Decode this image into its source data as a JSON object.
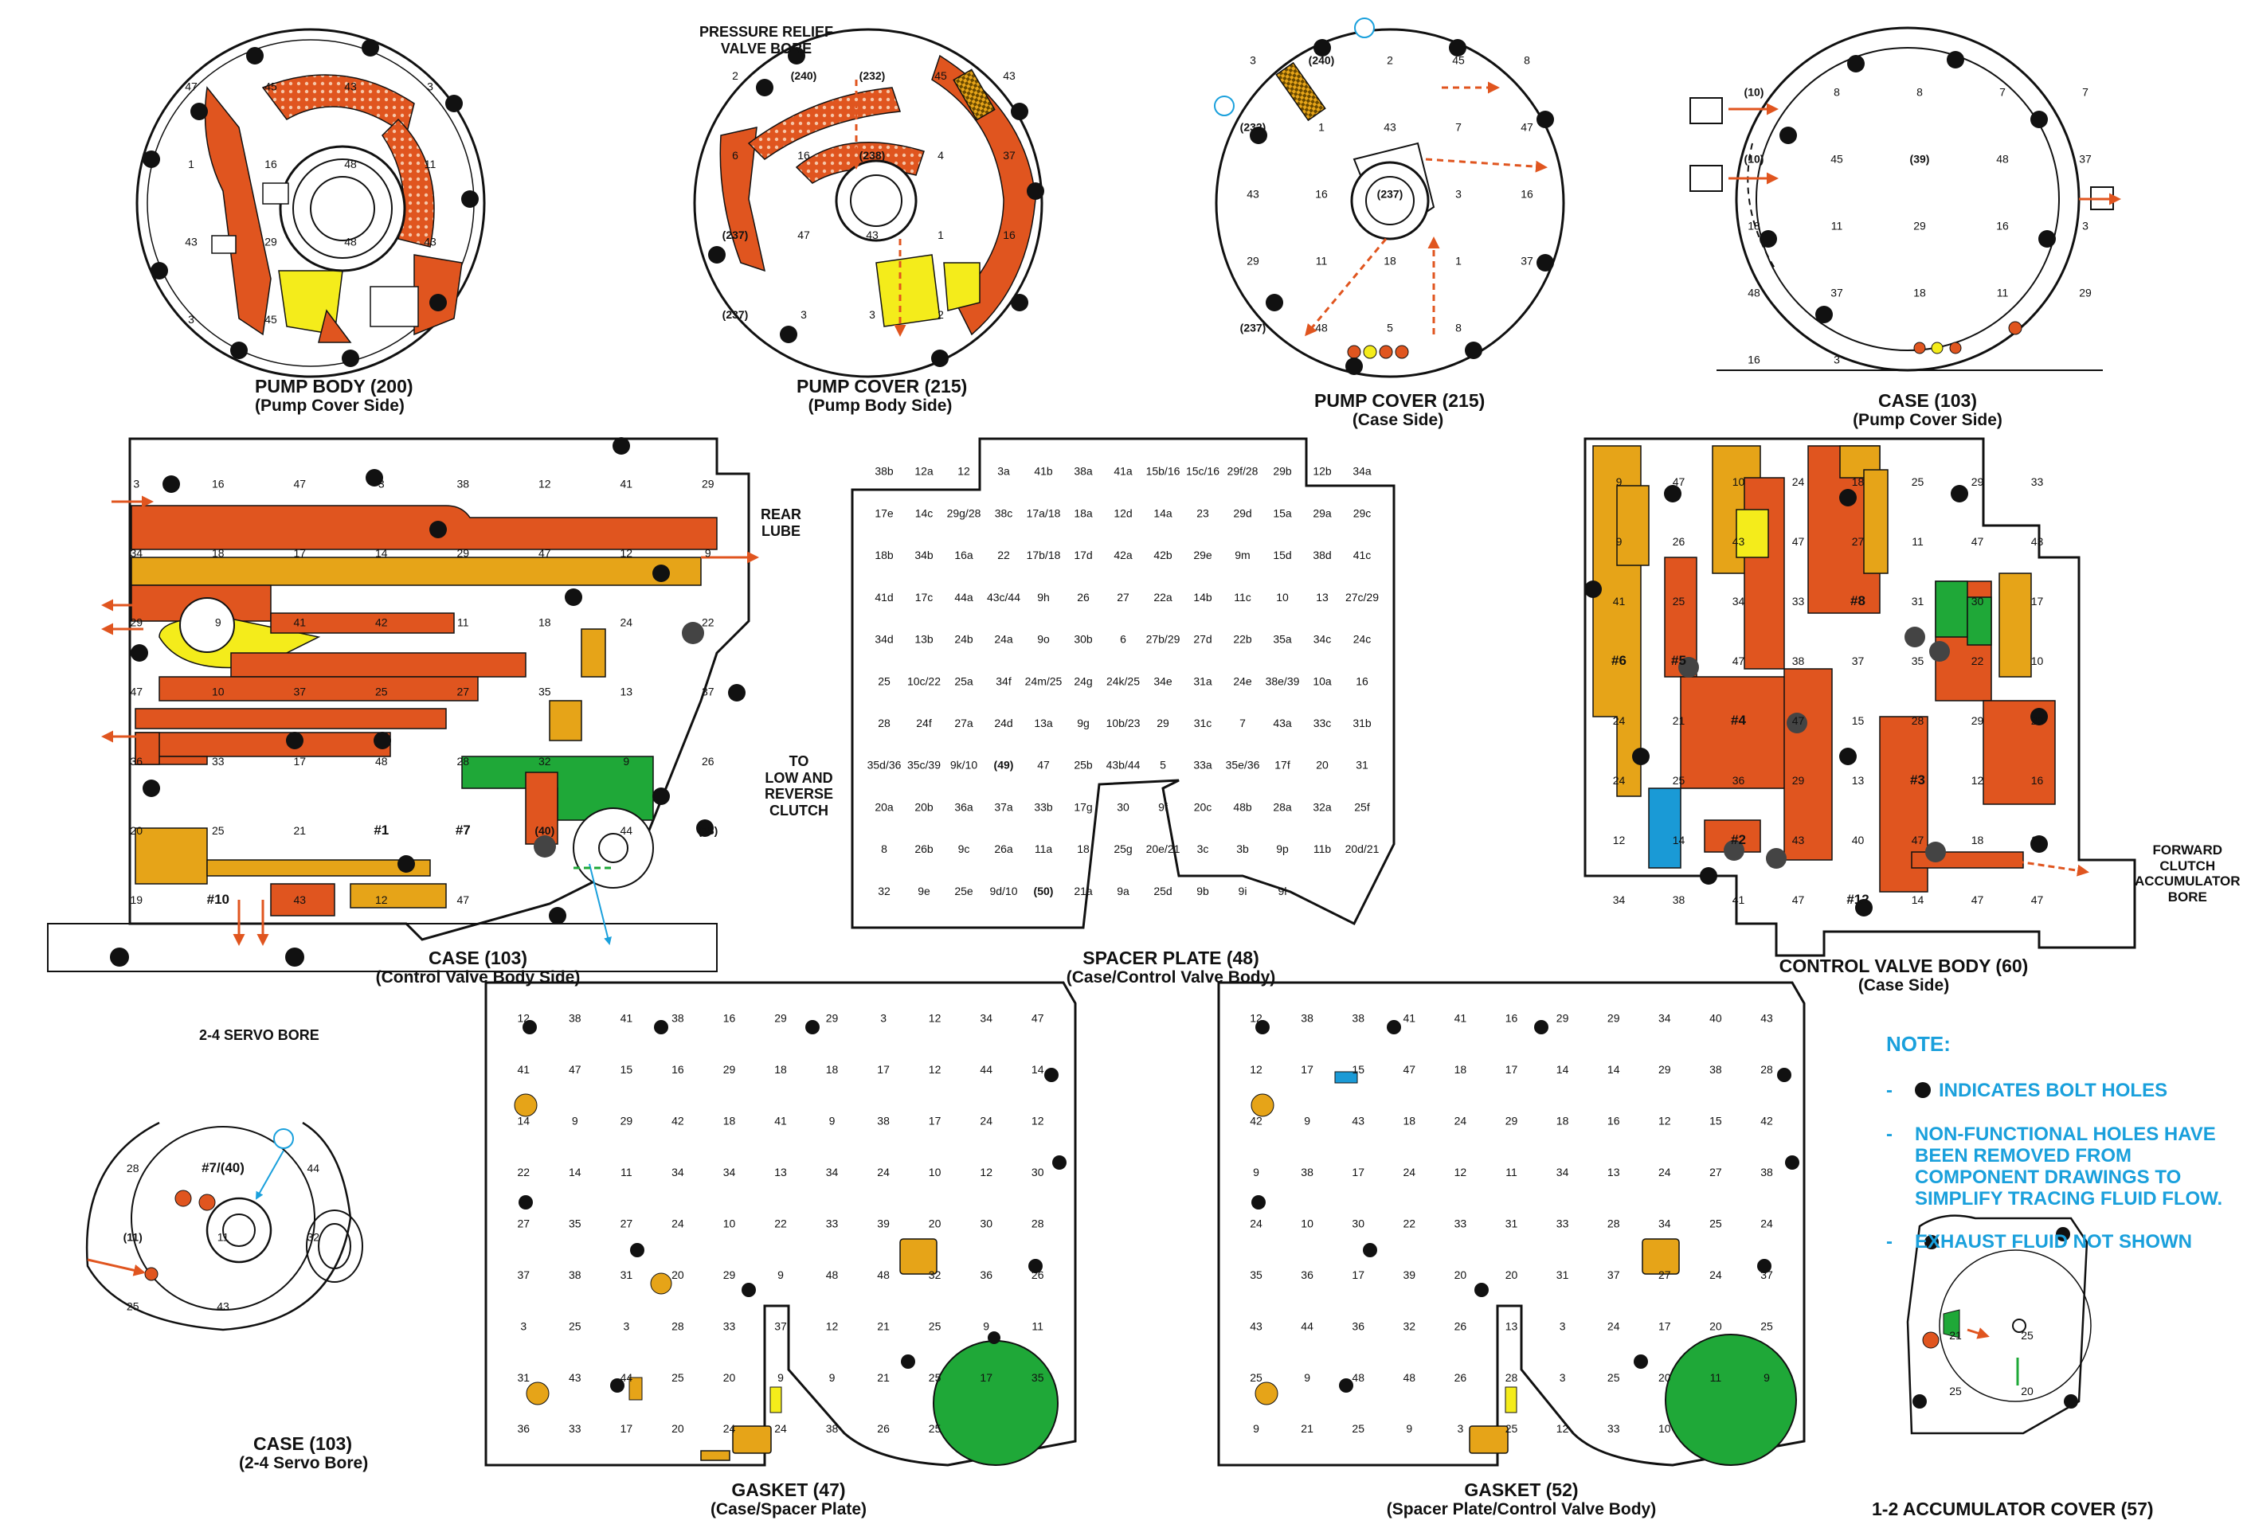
{
  "colors": {
    "red": "#e0551f",
    "orange": "#e6a418",
    "yellow": "#f4ec1b",
    "green": "#1fa838",
    "blue": "#1a9ad6",
    "black": "#111111",
    "cyan": "#1aa0dc"
  },
  "views": {
    "pump_body": {
      "title": "PUMP BODY (200)",
      "subtitle": "(Pump Cover Side)"
    },
    "pump_cover_body_side": {
      "title": "PUMP COVER (215)",
      "subtitle": "(Pump Body Side)"
    },
    "pump_cover_case_side": {
      "title": "PUMP COVER (215)",
      "subtitle": "(Case Side)"
    },
    "case_pump_cover_side": {
      "title": "CASE (103)",
      "subtitle": "(Pump Cover Side)"
    },
    "case_cvb_side": {
      "title": "CASE (103)",
      "subtitle": "(Control Valve Body Side)"
    },
    "spacer_plate": {
      "title": "SPACER PLATE (48)",
      "subtitle": "(Case/Control Valve Body)"
    },
    "control_valve_body": {
      "title": "CONTROL VALVE BODY (60)",
      "subtitle": "(Case Side)"
    },
    "case_servo": {
      "title": "CASE (103)",
      "subtitle": "(2-4 Servo Bore)"
    },
    "gasket_47": {
      "title": "GASKET (47)",
      "subtitle": "(Case/Spacer Plate)"
    },
    "gasket_52": {
      "title": "GASKET (52)",
      "subtitle": "(Spacer Plate/Control Valve Body)"
    },
    "accumulator_cover": {
      "title": "1-2 ACCUMULATOR COVER (57)"
    }
  },
  "callouts": {
    "pressure_relief": "PRESSURE RELIEF\nVALVE BORE",
    "rear_lube": "REAR\nLUBE",
    "to_low_reverse": "TO\nLOW AND\nREVERSE\nCLUTCH",
    "servo_bore": "2-4 SERVO BORE",
    "forward_clutch": "FORWARD\nCLUTCH\nACCUMULATOR\nBORE"
  },
  "note": {
    "heading": "NOTE:",
    "items": [
      "INDICATES BOLT HOLES",
      "NON-FUNCTIONAL HOLES HAVE BEEN REMOVED FROM COMPONENT DRAWINGS TO SIMPLIFY TRACING FLUID FLOW.",
      "EXHAUST FLUID NOT SHOWN"
    ]
  },
  "labels": {
    "pump_body": [
      "47",
      "45",
      "43",
      "3",
      "1",
      "16",
      "48",
      "11",
      "43",
      "29",
      "48",
      "43",
      "3",
      "45"
    ],
    "pump_cover_body_side": [
      "2",
      "(240)",
      "(232)",
      "45",
      "43",
      "6",
      "16",
      "(238)",
      "4",
      "37",
      "(237)",
      "47",
      "43",
      "1",
      "16",
      "(237)",
      "3",
      "3",
      "2"
    ],
    "pump_cover_case_side": [
      "3",
      "(240)",
      "2",
      "45",
      "8",
      "(232)",
      "1",
      "43",
      "7",
      "47",
      "43",
      "16",
      "(237)",
      "3",
      "16",
      "29",
      "11",
      "18",
      "1",
      "37",
      "(237)",
      "48",
      "5",
      "8"
    ],
    "case_pump_cover_side": [
      "(10)",
      "8",
      "8",
      "7",
      "7",
      "(10)",
      "45",
      "(39)",
      "48",
      "37",
      "18",
      "11",
      "29",
      "16",
      "3",
      "48",
      "37",
      "18",
      "11",
      "29",
      "16",
      "3"
    ],
    "case_cvb_side": [
      "3",
      "16",
      "47",
      "3",
      "38",
      "12",
      "41",
      "29",
      "34",
      "18",
      "17",
      "14",
      "29",
      "47",
      "12",
      "9",
      "29",
      "9",
      "41",
      "42",
      "11",
      "18",
      "24",
      "22",
      "47",
      "10",
      "37",
      "25",
      "27",
      "35",
      "13",
      "37",
      "36",
      "33",
      "17",
      "48",
      "28",
      "32",
      "9",
      "26",
      "20",
      "25",
      "21",
      "#1",
      "#7",
      "(40)",
      "44",
      "(38)",
      "19",
      "#10",
      "43",
      "12",
      "47"
    ],
    "spacer_plate": [
      "38b",
      "12a",
      "12",
      "3a",
      "41b",
      "38a",
      "41a",
      "15b/16",
      "15c/16",
      "29f/28",
      "29b",
      "12b",
      "34a",
      "17e",
      "14c",
      "29g/28",
      "38c",
      "17a/18",
      "18a",
      "12d",
      "14a",
      "23",
      "29d",
      "15a",
      "29a",
      "29c",
      "18b",
      "34b",
      "16a",
      "22",
      "17b/18",
      "17d",
      "42a",
      "42b",
      "29e",
      "9m",
      "15d",
      "38d",
      "41c",
      "41d",
      "17c",
      "44a",
      "43c/44",
      "9h",
      "26",
      "27",
      "22a",
      "14b",
      "11c",
      "10",
      "13",
      "27c/29",
      "34d",
      "13b",
      "24b",
      "24a",
      "9o",
      "30b",
      "6",
      "27b/29",
      "27d",
      "22b",
      "35a",
      "34c",
      "24c",
      "25",
      "10c/22",
      "25a",
      "34f",
      "24m/25",
      "24g",
      "24k/25",
      "34e",
      "31a",
      "24e",
      "38e/39",
      "10a",
      "16",
      "28",
      "24f",
      "27a",
      "24d",
      "13a",
      "9g",
      "10b/23",
      "29",
      "31c",
      "7",
      "43a",
      "33c",
      "31b",
      "35d/36",
      "35c/39",
      "9k/10",
      "(49)",
      "47",
      "25b",
      "43b/44",
      "5",
      "33a",
      "35e/36",
      "17f",
      "20",
      "31",
      "20a",
      "20b",
      "36a",
      "37a",
      "33b",
      "17g",
      "30",
      "9f",
      "20c",
      "48b",
      "28a",
      "32a",
      "25f",
      "8",
      "26b",
      "9c",
      "26a",
      "11a",
      "18",
      "25g",
      "20e/21",
      "3c",
      "3b",
      "9p",
      "11b",
      "20d/21",
      "32",
      "9e",
      "25e",
      "9d/10",
      "(50)",
      "21a",
      "9a",
      "25d",
      "9b",
      "9i",
      "9l"
    ],
    "control_valve_body": [
      "9",
      "47",
      "10",
      "24",
      "18",
      "25",
      "29",
      "33",
      "9",
      "26",
      "43",
      "47",
      "27",
      "11",
      "47",
      "43",
      "41",
      "25",
      "34",
      "33",
      "#8",
      "31",
      "30",
      "17",
      "#6",
      "#5",
      "47",
      "38",
      "37",
      "35",
      "22",
      "10",
      "24",
      "21",
      "#4",
      "47",
      "15",
      "28",
      "29",
      "23",
      "24",
      "25",
      "36",
      "29",
      "13",
      "#3",
      "12",
      "16",
      "12",
      "14",
      "#2",
      "43",
      "40",
      "47",
      "18",
      "17",
      "34",
      "38",
      "41",
      "47",
      "#12",
      "14",
      "47",
      "47"
    ],
    "gasket_47": [
      "12",
      "38",
      "41",
      "38",
      "16",
      "29",
      "29",
      "3",
      "12",
      "34",
      "47",
      "41",
      "47",
      "15",
      "16",
      "29",
      "18",
      "18",
      "17",
      "12",
      "44",
      "14",
      "14",
      "9",
      "29",
      "42",
      "18",
      "41",
      "9",
      "38",
      "17",
      "24",
      "12",
      "22",
      "14",
      "11",
      "34",
      "34",
      "13",
      "34",
      "24",
      "10",
      "12",
      "30",
      "27",
      "35",
      "27",
      "24",
      "10",
      "22",
      "33",
      "39",
      "20",
      "30",
      "28",
      "37",
      "38",
      "31",
      "20",
      "29",
      "9",
      "48",
      "48",
      "32",
      "36",
      "26",
      "3",
      "25",
      "3",
      "28",
      "33",
      "37",
      "12",
      "21",
      "25",
      "9",
      "11",
      "31",
      "43",
      "44",
      "25",
      "20",
      "9",
      "9",
      "21",
      "25",
      "17",
      "35",
      "36",
      "33",
      "17",
      "20",
      "24",
      "24",
      "38",
      "26",
      "25"
    ],
    "gasket_52": [
      "12",
      "38",
      "38",
      "41",
      "41",
      "16",
      "29",
      "29",
      "34",
      "40",
      "43",
      "12",
      "17",
      "15",
      "47",
      "18",
      "17",
      "14",
      "14",
      "29",
      "38",
      "28",
      "42",
      "9",
      "43",
      "18",
      "24",
      "29",
      "18",
      "16",
      "12",
      "15",
      "42",
      "9",
      "38",
      "17",
      "24",
      "12",
      "11",
      "34",
      "13",
      "24",
      "27",
      "38",
      "24",
      "10",
      "30",
      "22",
      "33",
      "31",
      "33",
      "28",
      "34",
      "25",
      "24",
      "35",
      "36",
      "17",
      "39",
      "20",
      "20",
      "31",
      "37",
      "27",
      "24",
      "37",
      "43",
      "44",
      "36",
      "32",
      "26",
      "13",
      "3",
      "24",
      "17",
      "20",
      "25",
      "25",
      "9",
      "48",
      "48",
      "26",
      "28",
      "3",
      "25",
      "20",
      "11",
      "9",
      "9",
      "21",
      "25",
      "9",
      "3",
      "25",
      "12",
      "33",
      "10"
    ],
    "accumulator_cover": [
      "21",
      "25",
      "25",
      "20"
    ],
    "case_servo": [
      "28",
      "#7/(40)",
      "44",
      "(11)",
      "11",
      "32",
      "25",
      "43"
    ]
  }
}
